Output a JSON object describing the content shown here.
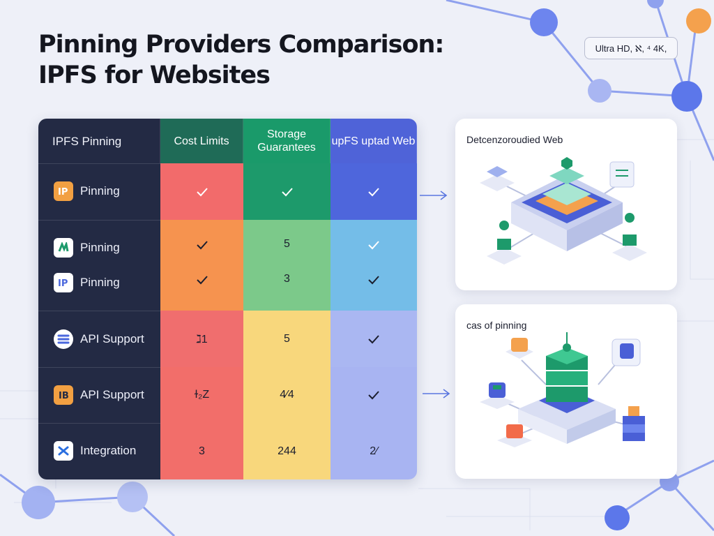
{
  "title": {
    "line1": "Pinning Providers Comparison:",
    "line2": "IPFS for Websites"
  },
  "badge": "Ultra HD, ℵ, ⁴ 4K,",
  "table": {
    "headers": [
      "IPFS Pinning",
      "Cost Limits",
      "Storage Guarantees",
      "upFS uptad  Web"
    ],
    "rows": [
      {
        "label": "Pinning",
        "logo_icon": "ipfs-logo-icon",
        "cost": "check",
        "storage": "check",
        "web": "check"
      },
      {
        "label": "Pinning",
        "logo_icon": "pinata-logo-icon",
        "cost": "check",
        "storage": "5",
        "web": "check"
      },
      {
        "label": "Pinning",
        "logo_icon": "ipfs-logo-icon",
        "cost": "check",
        "storage": "3",
        "web": "check"
      },
      {
        "label": "API Support",
        "logo_icon": "stack-logo-icon",
        "cost": "ℷ1",
        "storage": "5",
        "web": "check"
      },
      {
        "label": "API Support",
        "logo_icon": "ib-logo-icon",
        "cost": "ɫ₂Z",
        "storage": "4⁄4",
        "web": "check"
      },
      {
        "label": "Integration",
        "logo_icon": "x-logo-icon",
        "cost": "3",
        "storage": "244",
        "web": "2⁄"
      }
    ]
  },
  "cards": [
    {
      "title": "Detcenzoroudied Web",
      "illustration": "decentralized-web-illustration"
    },
    {
      "title": "cas of pinning",
      "illustration": "pinning-illustration"
    }
  ],
  "colors": {
    "header_dark": "#232a44",
    "cost": [
      "#1f6b57",
      "#f26b6b",
      "#f6934f",
      "#f06e6e",
      "#f26e6a"
    ],
    "storage": [
      "#1a9a6a",
      "#1d9a6b",
      "#7cc98a",
      "#f8d77c",
      "#f8d77c"
    ],
    "web": [
      "#4f63d8",
      "#4e66dc",
      "#74bde8",
      "#aab7f2",
      "#a8b4f2"
    ]
  }
}
